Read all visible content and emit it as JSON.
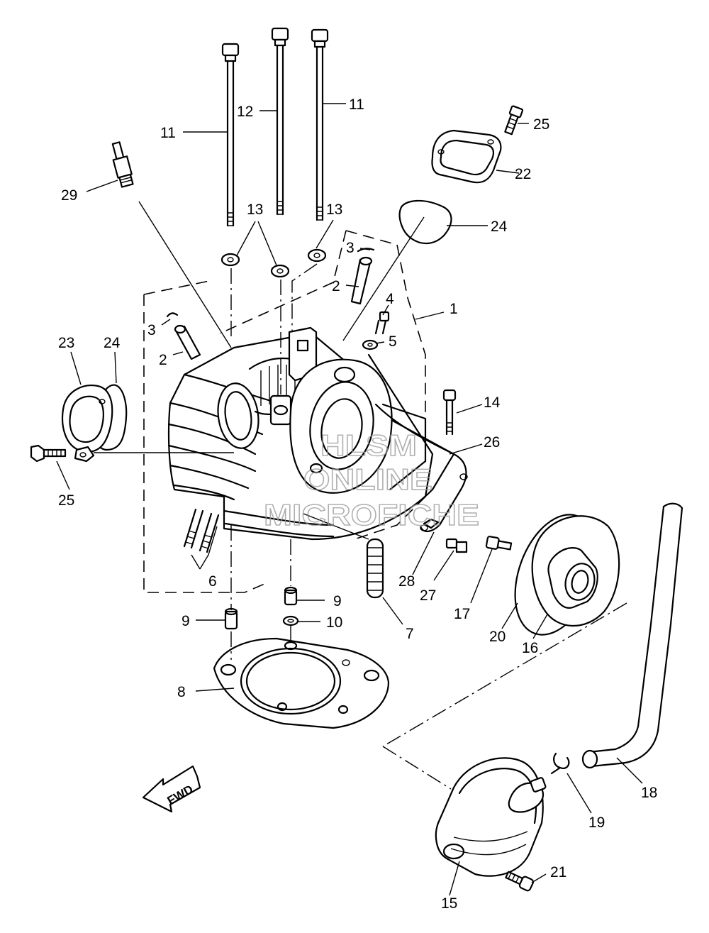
{
  "callouts": {
    "c1": "1",
    "c2a": "2",
    "c2b": "2",
    "c3a": "3",
    "c3b": "3",
    "c4": "4",
    "c5": "5",
    "c6": "6",
    "c7": "7",
    "c8": "8",
    "c9a": "9",
    "c9b": "9",
    "c10": "10",
    "c11a": "11",
    "c11b": "11",
    "c12": "12",
    "c13a": "13",
    "c13b": "13",
    "c14": "14",
    "c15": "15",
    "c16": "16",
    "c17": "17",
    "c18": "18",
    "c19": "19",
    "c20": "20",
    "c21": "21",
    "c22": "22",
    "c23": "23",
    "c24a": "24",
    "c24b": "24",
    "c25a": "25",
    "c25b": "25",
    "c26": "26",
    "c27": "27",
    "c28": "28",
    "c29": "29"
  },
  "fwd_label": "FWD",
  "watermark": {
    "line1": "HLSM",
    "line2": "ONLINE",
    "line3": "MICROFICHE"
  }
}
